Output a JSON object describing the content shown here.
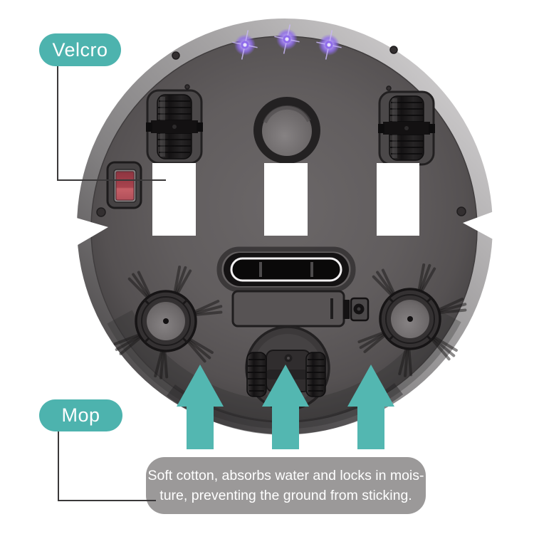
{
  "annotations": {
    "velcro_label": "Velcro",
    "mop_label": "Mop",
    "caption_line1": "Soft cotton, absorbs water and locks in mois-",
    "caption_line2": "ture, preventing the ground from sticking."
  },
  "icons": {
    "arrow": "up-arrow",
    "arrow_count": 3,
    "led": "purple-led-light",
    "led_count": 3
  },
  "colors": {
    "label_teal": "#4db3ae",
    "arrow_teal": "#53b7b1",
    "caption_gray": "#9b9999",
    "led_purple": "#8f6ceb",
    "switch_red": "#b54a55",
    "body_gray": "#5d595a",
    "rim_light_gray": "#c6c4c5",
    "velcro_pad_white": "#ffffff"
  }
}
